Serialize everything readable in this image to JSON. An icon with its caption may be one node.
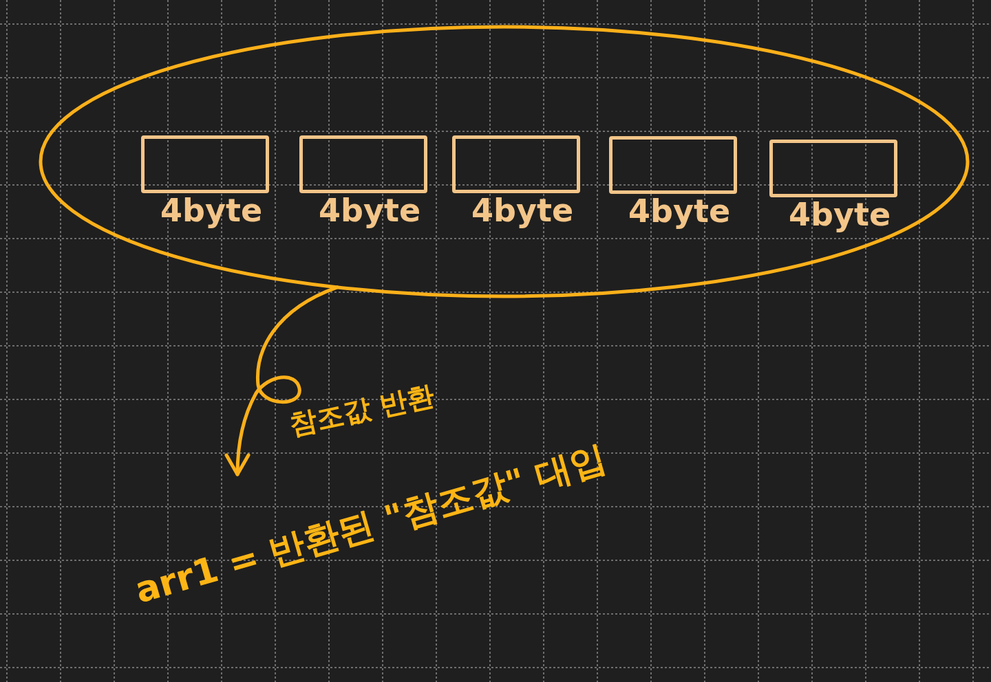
{
  "diagram": {
    "nodes": [
      {
        "text": [],
        "shape": "ellipse"
      },
      {
        "text": [
          "4byte"
        ],
        "in": 0
      },
      {
        "text": [
          "4byte"
        ],
        "in": 0
      },
      {
        "text": [
          "4byte"
        ],
        "in": 0
      },
      {
        "text": [
          "4byte"
        ],
        "in": 0
      },
      {
        "text": [
          "4byte"
        ],
        "in": 0
      },
      {
        "text": [
          "arr1 = 반환된 \"참조값\" 대입"
        ]
      }
    ],
    "edges": [
      {
        "from": 0,
        "to": 6,
        "arrow": "to",
        "label": "참조값 반환"
      }
    ]
  }
}
